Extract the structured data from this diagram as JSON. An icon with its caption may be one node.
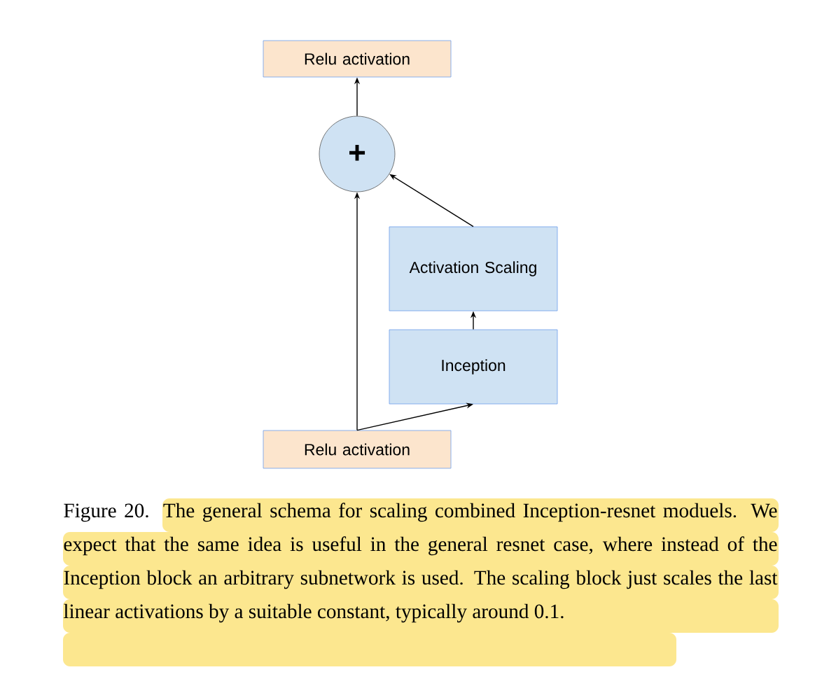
{
  "diagram": {
    "caption": "Figure 20. The general schema for scaling combined Inception-resnet moduels. We expect that the same idea is useful in the general resnet case, where instead of the Inception block an arbitrary subnetwork is used. The scaling block just scales the last linear activations by a suitable constant, typically around 0.1.",
    "nodes": [
      {
        "text": [
          "Relu activation"
        ]
      },
      {
        "text": [
          "+"
        ]
      },
      {
        "text": [
          "Activation Scaling"
        ]
      },
      {
        "text": [
          "Inception"
        ]
      },
      {
        "text": [
          "Relu activation"
        ]
      }
    ],
    "edges": [
      {
        "from": 4,
        "to": 1,
        "arrow": "to"
      },
      {
        "from": 4,
        "to": 3,
        "arrow": "to"
      },
      {
        "from": 3,
        "to": 2,
        "arrow": "to"
      },
      {
        "from": 2,
        "to": 1,
        "arrow": "to"
      },
      {
        "from": 1,
        "to": 0,
        "arrow": "to"
      }
    ]
  }
}
